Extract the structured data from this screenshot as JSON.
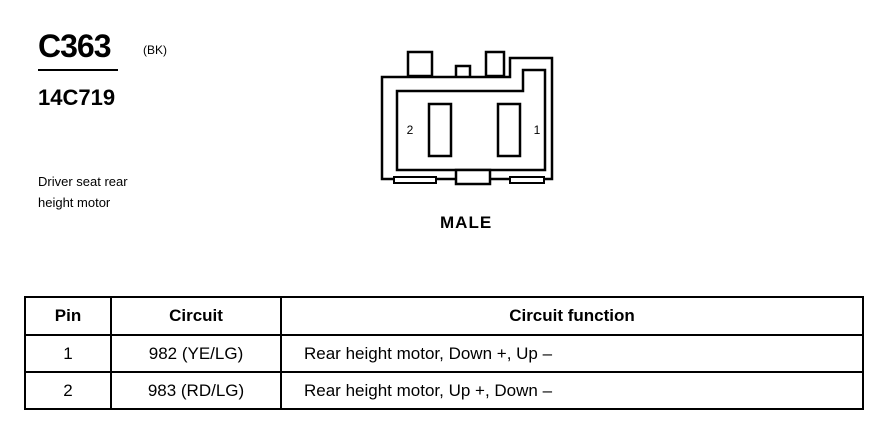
{
  "connector": {
    "id": "C363",
    "color": "(BK)",
    "part_number": "14C719",
    "description_lines": [
      "Driver seat rear",
      "height motor"
    ]
  },
  "diagram": {
    "pin_labels": [
      "2",
      "1"
    ],
    "gender": "MALE"
  },
  "table": {
    "headers": [
      "Pin",
      "Circuit",
      "Circuit function"
    ],
    "rows": [
      {
        "pin": "1",
        "circuit": "982 (YE/LG)",
        "function": "Rear height motor, Down +, Up –"
      },
      {
        "pin": "2",
        "circuit": "983 (RD/LG)",
        "function": "Rear height motor, Up +, Down –"
      }
    ]
  }
}
